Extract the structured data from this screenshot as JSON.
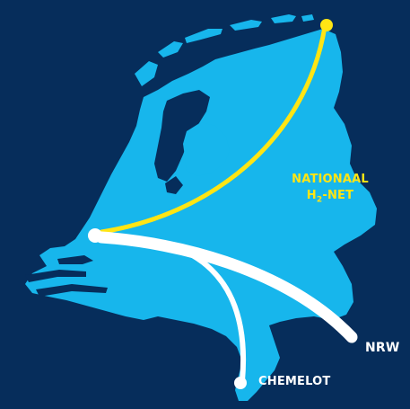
{
  "colors": {
    "background": "#062d5b",
    "land": "#17b6ec",
    "water": "#062d5b",
    "h2_net": "#ffe514",
    "route": "#ffffff"
  },
  "labels": {
    "nationaal": "NATIONAAL",
    "h2_prefix": "H",
    "h2_subscript": "2",
    "h2_suffix": "-NET",
    "nrw": "NRW",
    "chemelot": "CHEMELOT"
  }
}
